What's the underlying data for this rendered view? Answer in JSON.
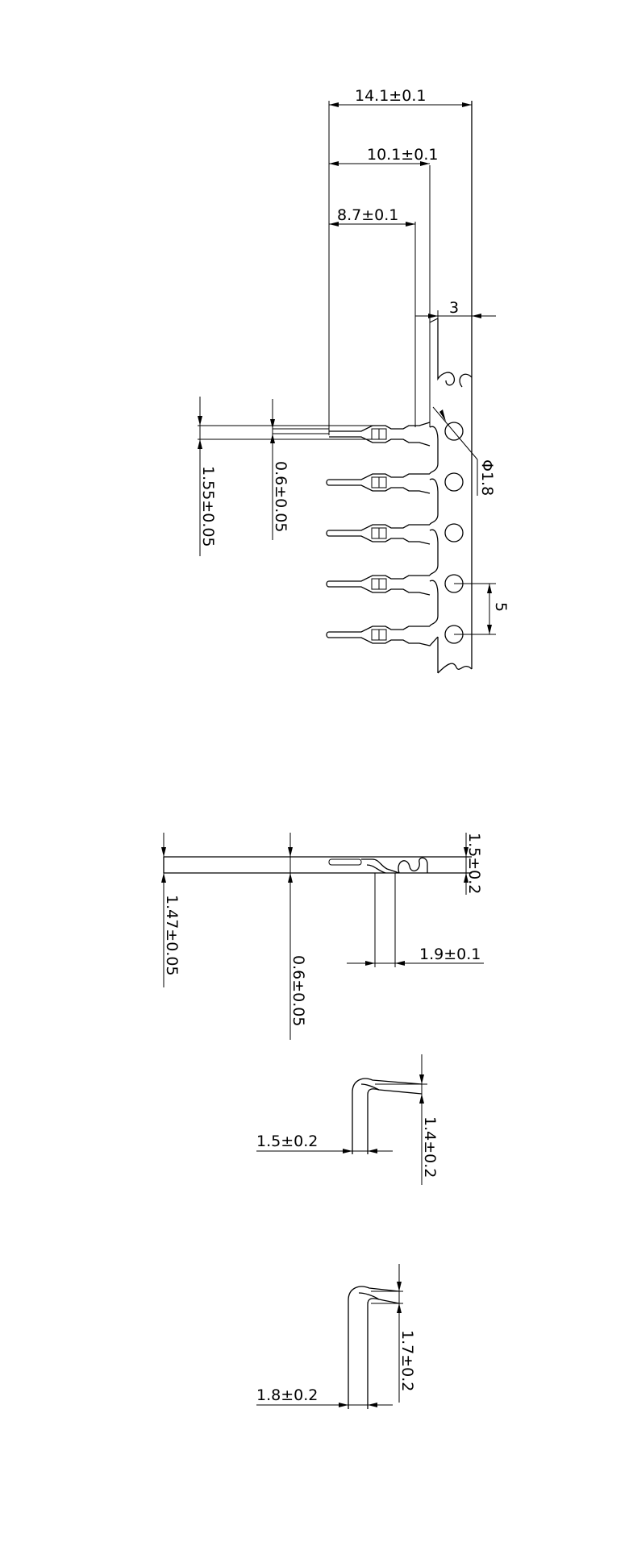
{
  "drawing": {
    "top_view": {
      "dims": {
        "width_total": "14.1±0.1",
        "width_mid": "10.1±0.1",
        "width_inner": "8.7±0.1",
        "edge_offset": "3",
        "hole_dia": "Φ1.8",
        "pitch": "5",
        "pin_width": "1.55±0.05",
        "pin_thick": "0.6±0.05"
      }
    },
    "side_view": {
      "dims": {
        "height": "1.5±0.2",
        "width": "1.9±0.1",
        "pin_width": "1.47±0.05",
        "pin_thick": "0.6±0.05"
      }
    },
    "bend_a": {
      "dims": {
        "horizontal": "1.5±0.2",
        "vertical": "1.4±0.2"
      }
    },
    "bend_b": {
      "dims": {
        "horizontal": "1.8±0.2",
        "vertical": "1.7±0.2"
      }
    }
  }
}
